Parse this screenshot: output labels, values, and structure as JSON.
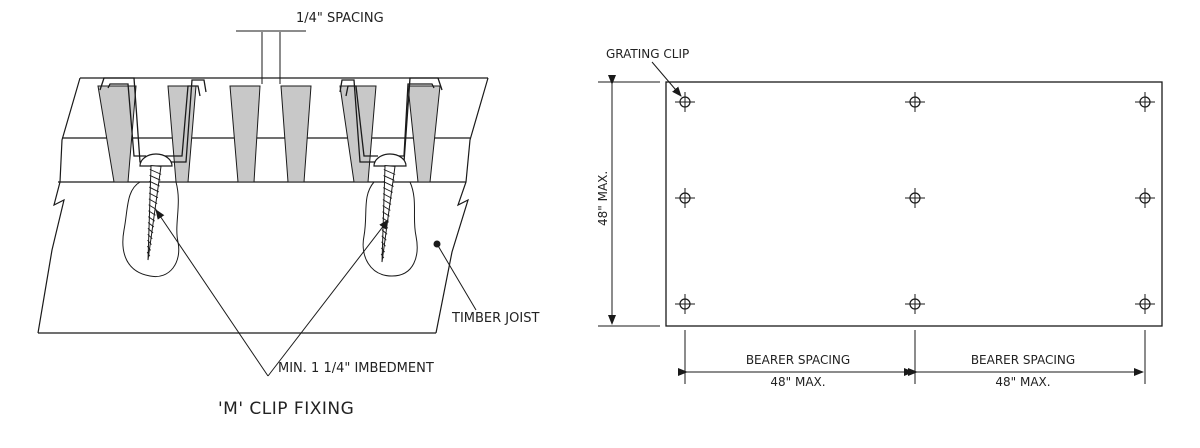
{
  "left_detail": {
    "spacing_label": "1/4\" SPACING",
    "imbedment_label": "MIN. 1 1/4\" IMBEDMENT",
    "joist_label": "TIMBER JOIST",
    "title": "'M' CLIP FIXING"
  },
  "right_plan": {
    "clip_label": "GRATING CLIP",
    "height_label": "48\" MAX.",
    "span1_label": "BEARER SPACING",
    "span1_value": "48\" MAX.",
    "span2_label": "BEARER SPACING",
    "span2_value": "48\" MAX.",
    "clip_grid": {
      "columns": 3,
      "rows": 3
    }
  },
  "colors": {
    "line": "#1a1a1a",
    "bar_fill": "#c8c8c8",
    "panel_fill": "#ffffff"
  }
}
